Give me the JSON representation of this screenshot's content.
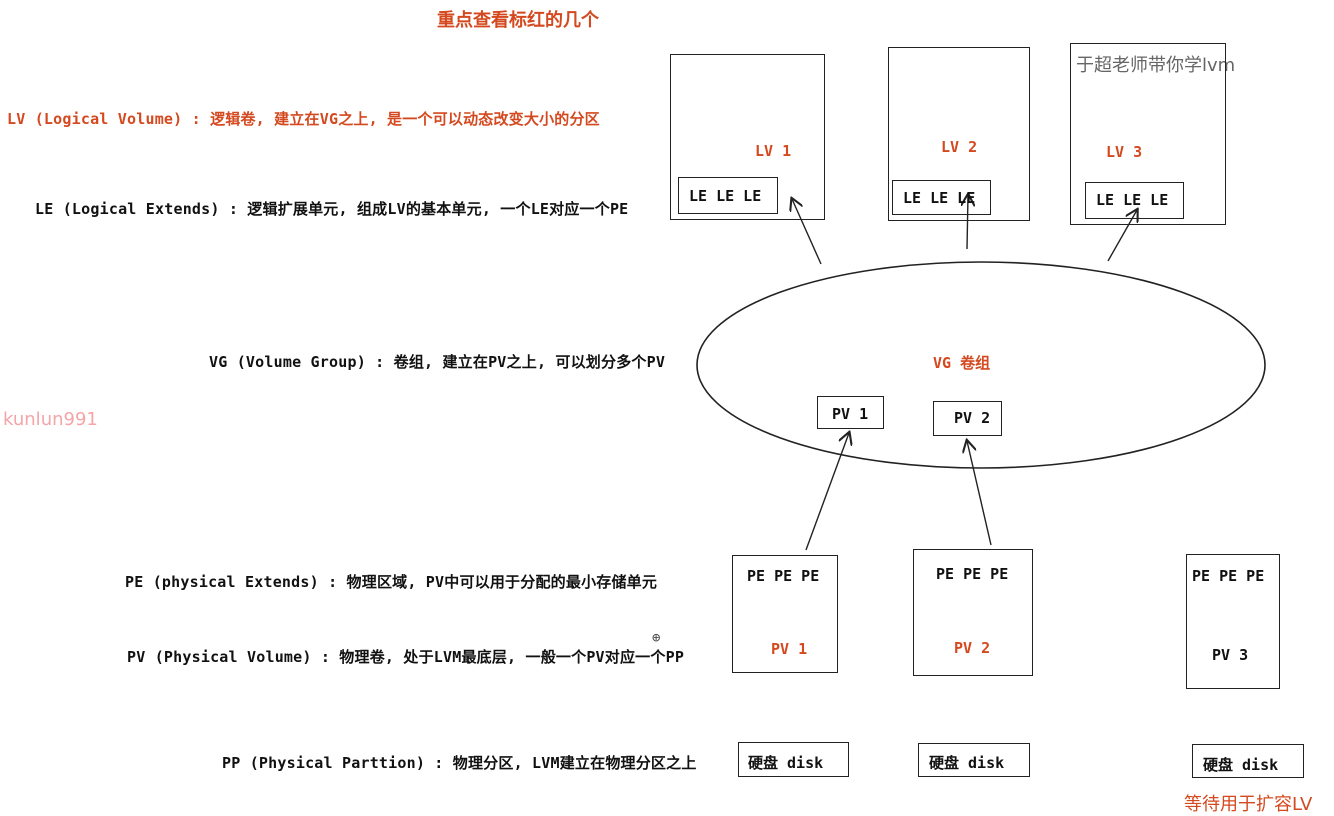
{
  "title": "重点查看标红的几个",
  "watermark_author": "于超老师带你学lvm",
  "watermark_user": "kunlun991",
  "colors": {
    "accent": "#d4491f",
    "ink": "#222222",
    "user_watermark": "#f3a5a8"
  },
  "definitions": {
    "lv": "LV (Logical Volume) : 逻辑卷, 建立在VG之上, 是一个可以动态改变大小的分区",
    "le": "LE (Logical Extends) : 逻辑扩展单元, 组成LV的基本单元, 一个LE对应一个PE",
    "vg": "VG (Volume Group) : 卷组, 建立在PV之上, 可以划分多个PV",
    "pe": "PE (physical Extends) : 物理区域, PV中可以用于分配的最小存储单元",
    "pv": "PV (Physical Volume) : 物理卷, 处于LVM最底层, 一般一个PV对应一个PP",
    "pp": "PP (Physical Parttion) : 物理分区, LVM建立在物理分区之上"
  },
  "logical_volumes": [
    {
      "name": "LV 1",
      "extents": "LE LE LE"
    },
    {
      "name": "LV 2",
      "extents": "LE LE LE"
    },
    {
      "name": "LV 3",
      "extents": "LE LE LE"
    }
  ],
  "volume_group": {
    "label": "VG 卷组",
    "members": [
      "PV 1",
      "PV 2"
    ]
  },
  "physical_volumes": [
    {
      "name": "PV 1",
      "extents": "PE PE PE"
    },
    {
      "name": "PV 2",
      "extents": "PE PE PE"
    },
    {
      "name": "PV 3",
      "extents": "PE PE PE"
    }
  ],
  "disks": [
    "硬盘 disk",
    "硬盘 disk",
    "硬盘 disk"
  ],
  "reserved_note": "等待用于扩容LV"
}
